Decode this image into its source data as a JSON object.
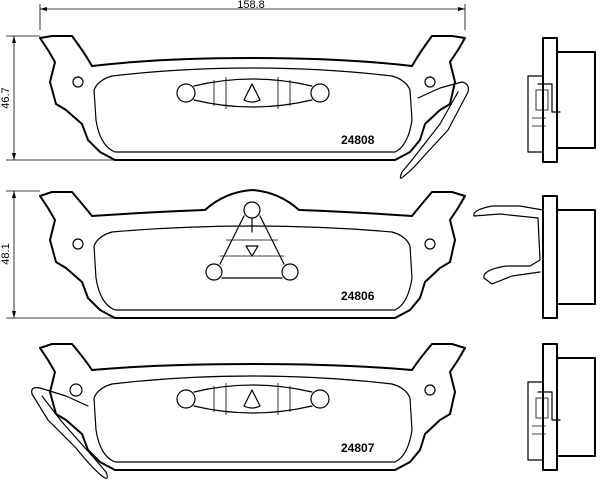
{
  "dimensions": {
    "width": "158.8",
    "height_top": "46.7",
    "height_middle": "48.1"
  },
  "pads": [
    {
      "part_number": "24808"
    },
    {
      "part_number": "24806"
    },
    {
      "part_number": "24807"
    }
  ]
}
